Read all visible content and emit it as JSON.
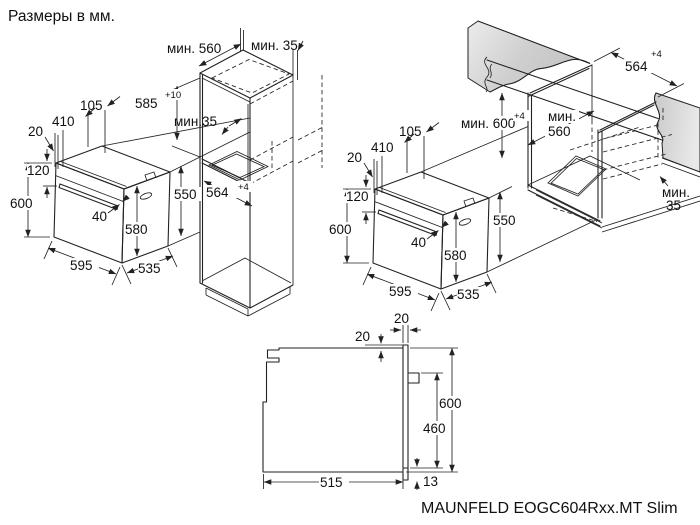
{
  "page": {
    "title": "Размеры в мм.",
    "caption": "MAUNFELD EOGC604Rxx.MT Slim"
  },
  "oven_dims": {
    "top_offset": "20",
    "panel_width": "410",
    "top_depth": "105",
    "front_top": "120",
    "height": "600",
    "handle_depth": "40",
    "body_height": "580",
    "rear_height": "550",
    "width": "595",
    "body_depth": "535"
  },
  "column_diagram": {
    "niche_depth": "мин. 560",
    "rear_gap": "мин. 35",
    "niche_height": "585",
    "niche_height_tol": "+10",
    "vent_gap": "мин.35",
    "niche_width": "564",
    "niche_width_tol": "+4"
  },
  "counter_diagram": {
    "niche_width": "564",
    "niche_width_tol": "+4",
    "niche_height": "мин. 600",
    "niche_height_tol": "+4",
    "niche_depth_a": "мин.",
    "niche_depth_b": "560",
    "rear_gap_a": "мин.",
    "rear_gap_b": "35"
  },
  "side_view": {
    "door_thickness": "20",
    "top_gap": "20",
    "height": "600",
    "door_height": "460",
    "depth": "515",
    "bottom_gap": "13"
  }
}
